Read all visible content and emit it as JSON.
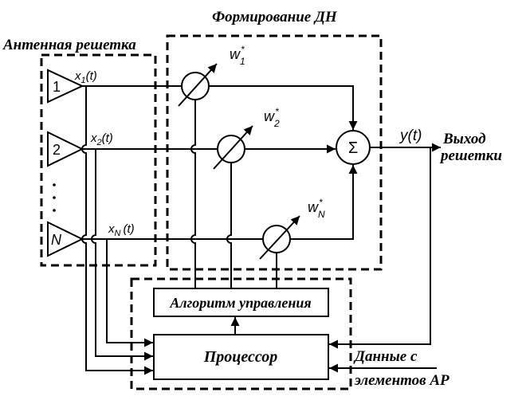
{
  "labels": {
    "beamforming_title": "Формирование ДН",
    "array_title": "Антенная решетка"
  },
  "elements": [
    {
      "number": "1",
      "signal": "x",
      "index": "1",
      "arg": "(t)"
    },
    {
      "number": "2",
      "signal": "x",
      "index": "2",
      "arg": "(t)"
    },
    {
      "number": "N",
      "signal": "x",
      "index": "N",
      "arg": "(t)"
    }
  ],
  "weights": [
    {
      "symbol": "w",
      "conj": "*",
      "index": "1"
    },
    {
      "symbol": "w",
      "conj": "*",
      "index": "2"
    },
    {
      "symbol": "w",
      "conj": "*",
      "index": "N"
    }
  ],
  "summer": {
    "symbol": "Σ"
  },
  "output": {
    "signal": "y(t)",
    "label_line1": "Выход",
    "label_line2": "решетки"
  },
  "control": {
    "algorithm": "Алгоритм управления",
    "processor": "Процессор"
  },
  "data_input": {
    "line1": "Данные с",
    "line2": "элементов АР"
  }
}
